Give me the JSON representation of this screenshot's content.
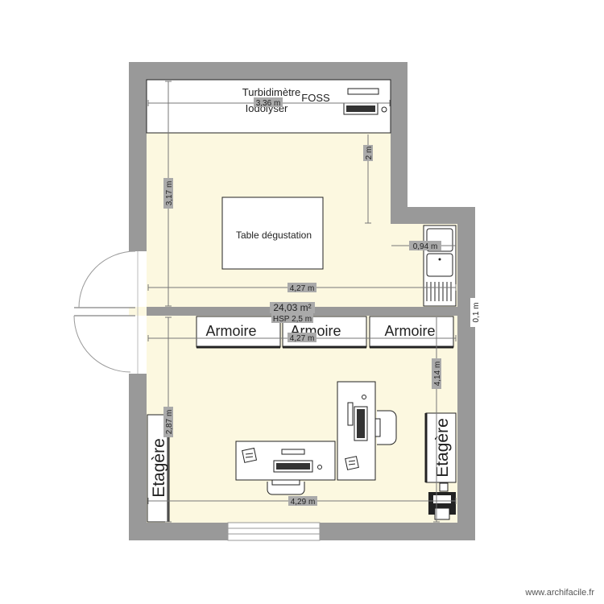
{
  "colors": {
    "wall": "#999999",
    "floor": "#fcf8e0",
    "furniture": "#ffffff",
    "stroke": "#222222",
    "dim_line": "#777777",
    "dim_label_bg": "#aaaaaa"
  },
  "labels": {
    "turbidimetre": "Turbidimètre",
    "foss": "FOSS",
    "iodolyser": "Iodolyser",
    "table": "Table dégustation",
    "area": "24,03 m²",
    "hsp": "HSP 2,5 m",
    "armoire_1": "Armoire",
    "armoire_2": "Armoire",
    "armoire_3": "Armoire",
    "etagere_left": "Etagère",
    "etagere_right": "Etagère"
  },
  "dimensions": {
    "top_width": "3,36 m",
    "bench_depth": "2 m",
    "left_height_top": "3,17 m",
    "sink_width": "0,94 m",
    "width_upper": "4,27 m",
    "width_middle": "4,27 m",
    "wall_thickness": "0,1 m",
    "right_height": "4,14 m",
    "left_height_bottom": "2,87 m",
    "width_bottom": "4,29 m"
  },
  "watermark": "www.archifacile.fr"
}
